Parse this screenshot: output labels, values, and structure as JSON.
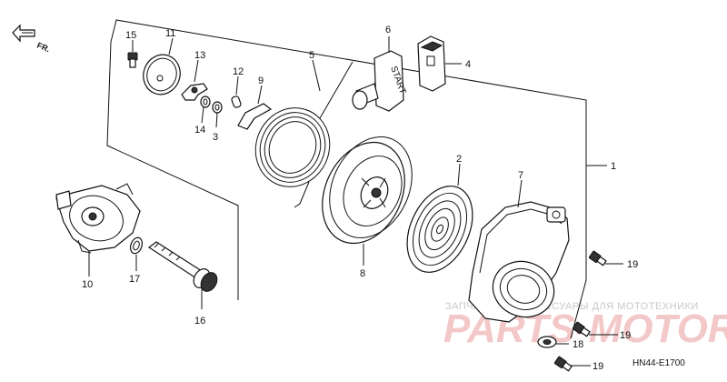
{
  "direction_label": "FR.",
  "labels": {
    "p1": "1",
    "p2": "2",
    "p3": "3",
    "p4": "4",
    "p5": "5",
    "p6": "6",
    "p7": "7",
    "p8": "8",
    "p9": "9",
    "p10": "10",
    "p11": "11",
    "p12": "12",
    "p13": "13",
    "p14": "14",
    "p15": "15",
    "p16": "16",
    "p17": "17",
    "p18": "18",
    "p19a": "19",
    "p19b": "19",
    "p19c": "19"
  },
  "grip_text": "START",
  "watermark": {
    "tagline": "ЗАПЧАСТИ И АКСЕССУАРЫ ДЛЯ МОТОТЕХНИКИ",
    "brand": "PARTS-MOTOR.RU"
  },
  "diagram_code": "HN44-E1700"
}
